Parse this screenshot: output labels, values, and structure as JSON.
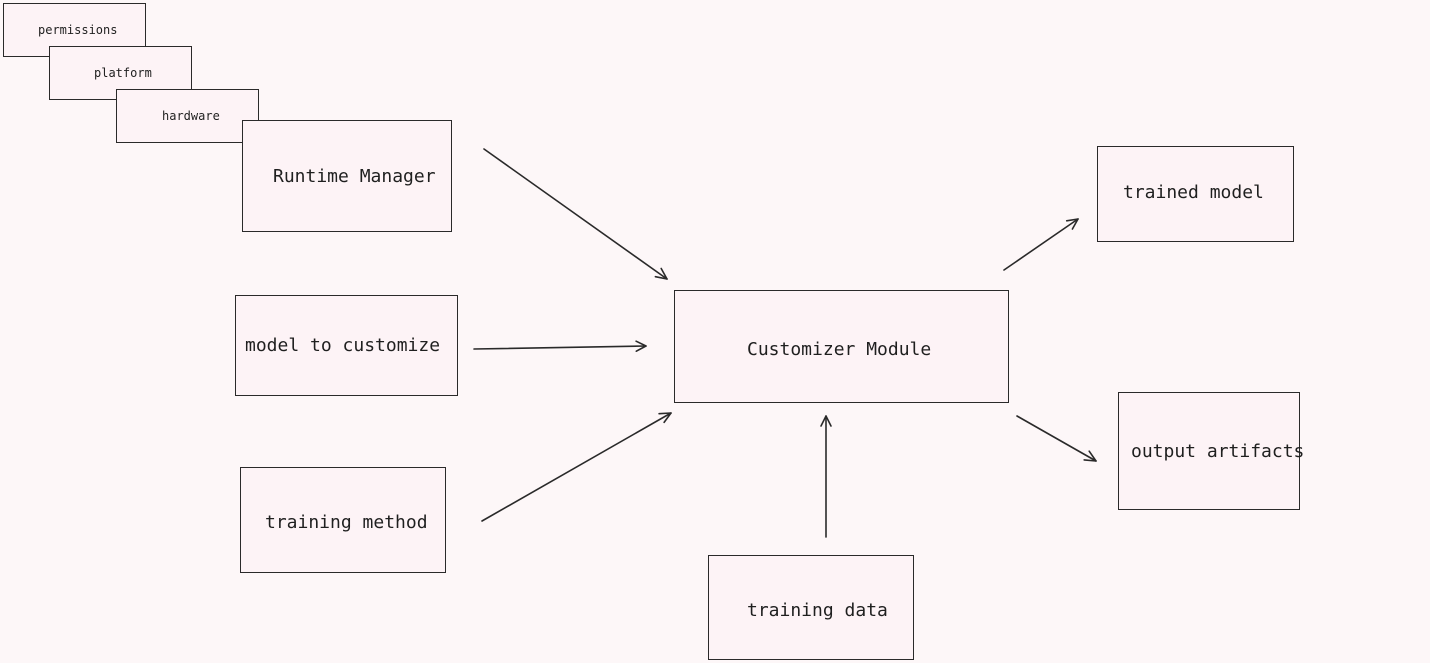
{
  "colors": {
    "background": "#fdf7f8",
    "box_fill": "#fdf3f6",
    "stroke": "#2a2a2a",
    "text": "#1f1f1f"
  },
  "stack": {
    "permissions": "permissions",
    "platform": "platform",
    "hardware": "hardware"
  },
  "inputs": {
    "runtime_manager": "Runtime Manager",
    "model_to_customize": "model to customize",
    "training_method": "training method",
    "training_data": "training data"
  },
  "center": {
    "customizer_module": "Customizer Module"
  },
  "outputs": {
    "trained_model": "trained model",
    "output_artifacts": "output artifacts"
  }
}
